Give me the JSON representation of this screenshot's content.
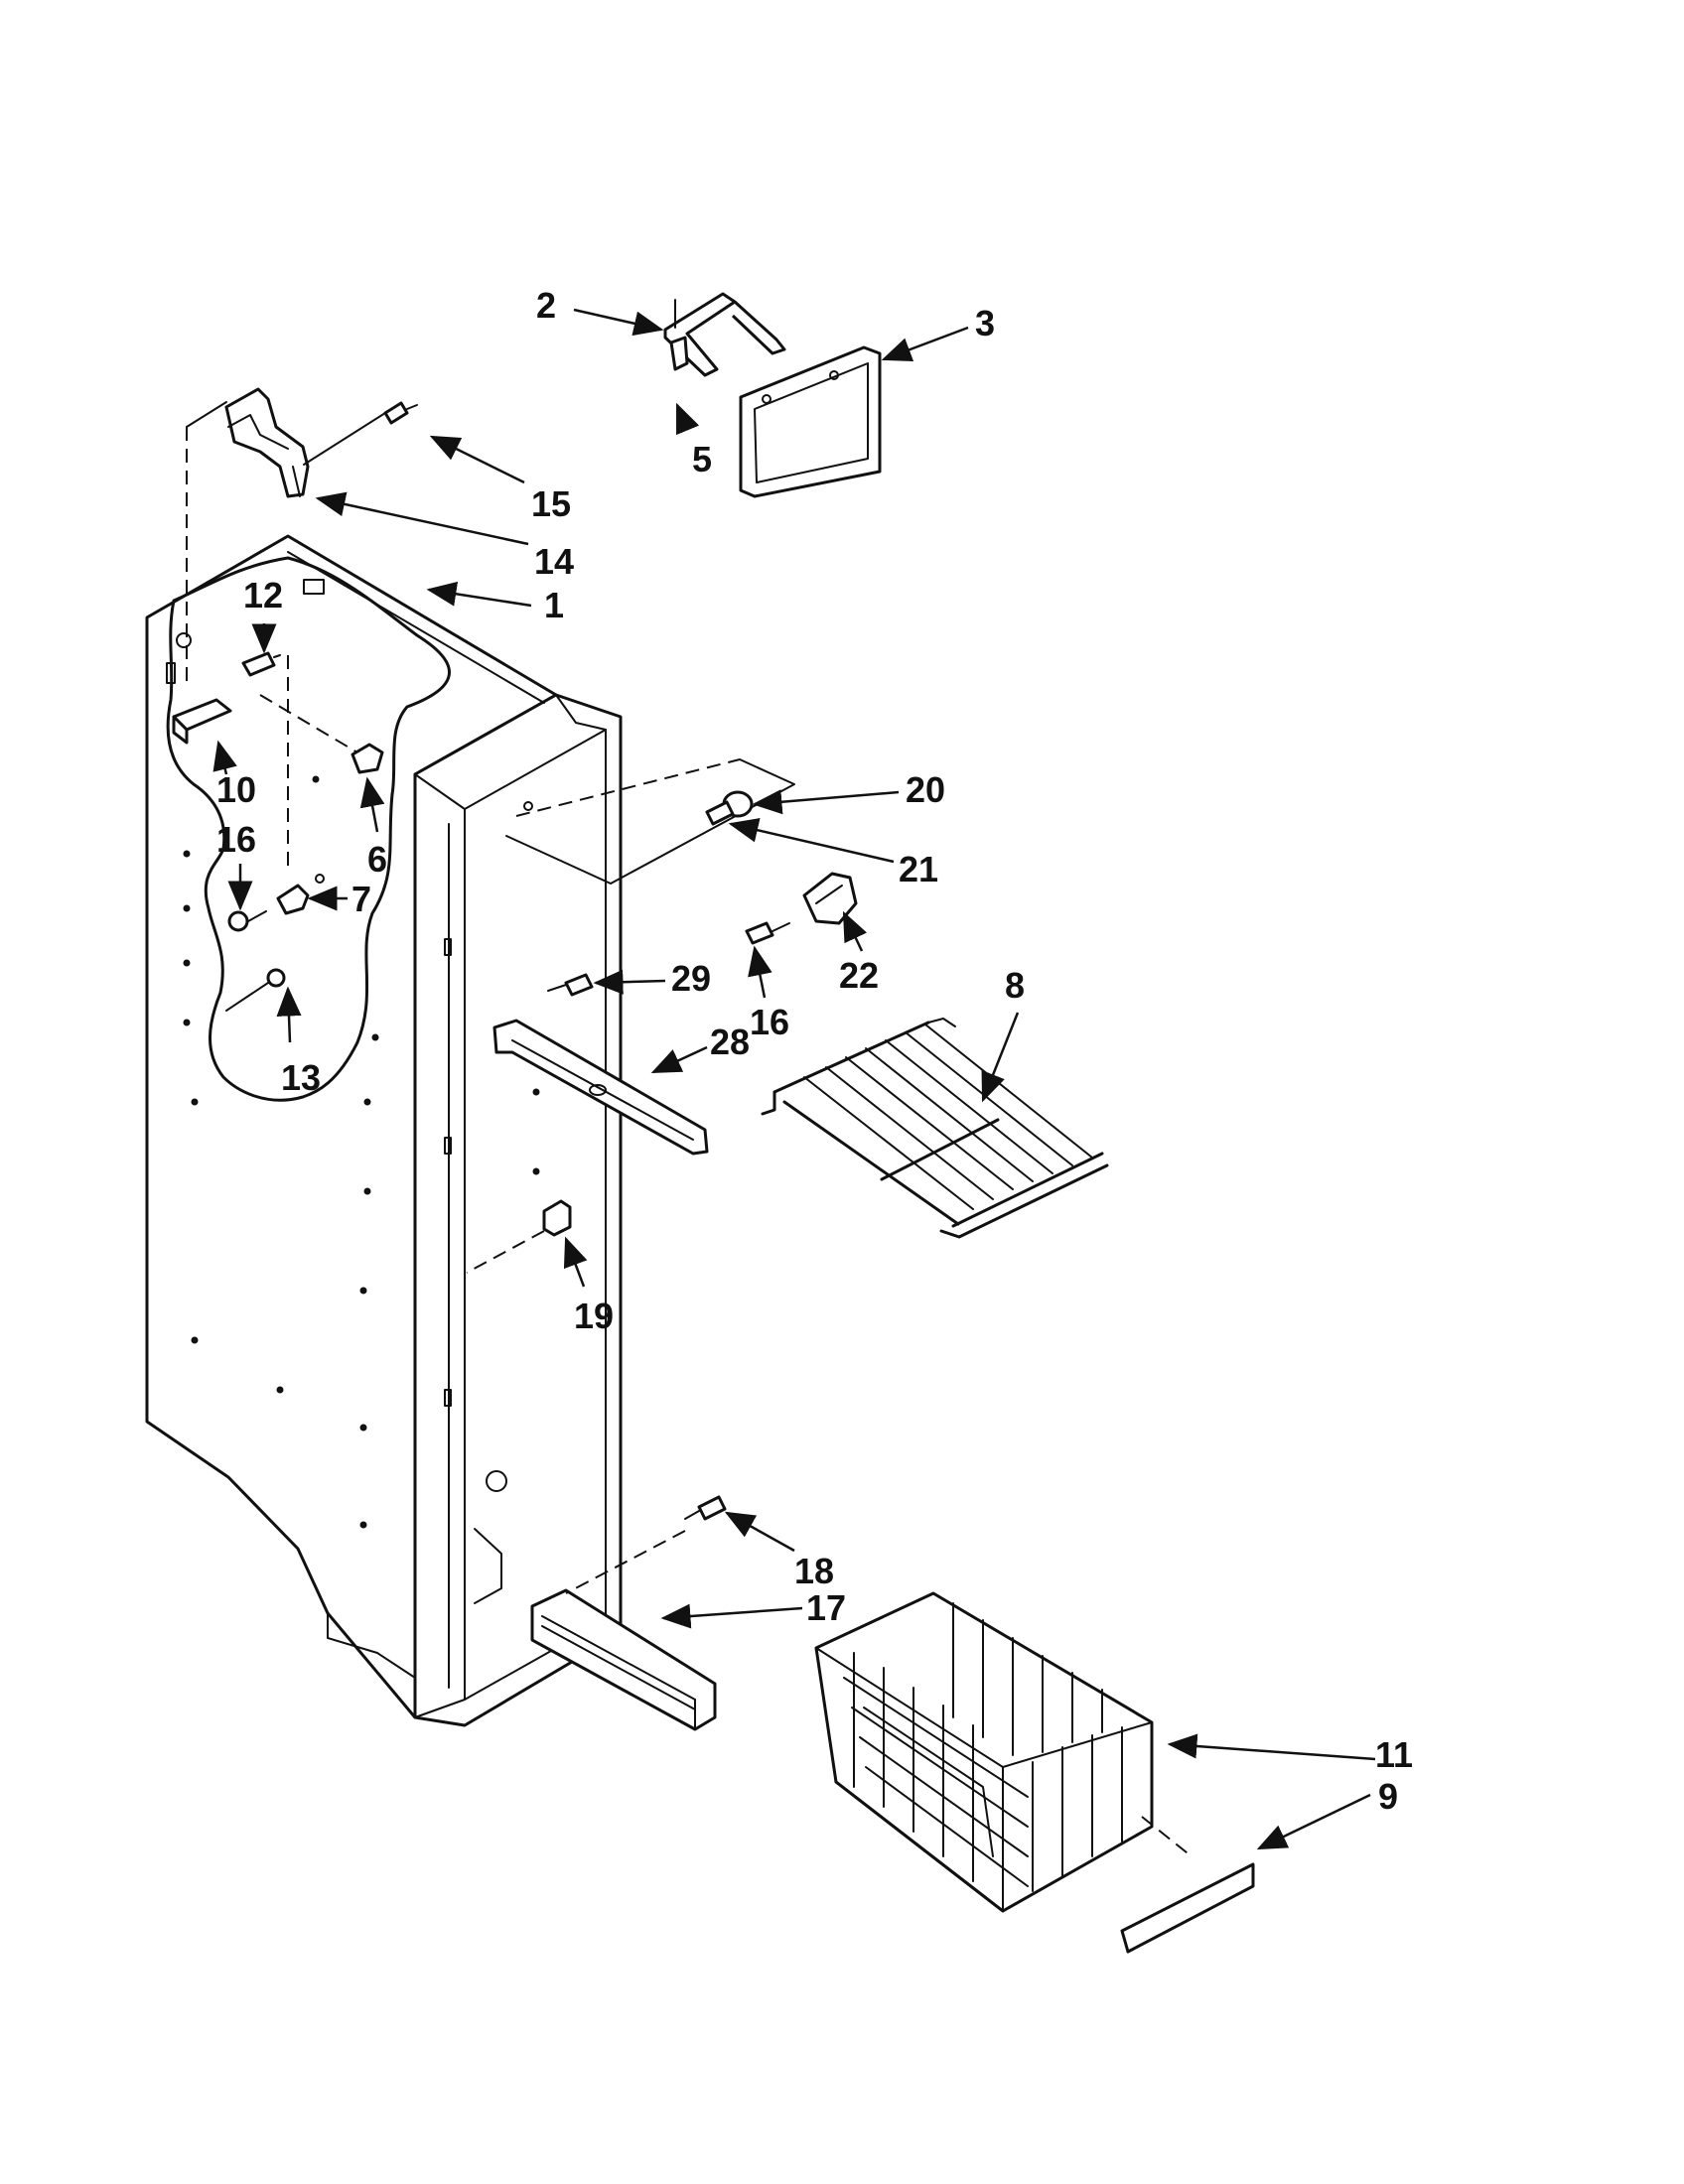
{
  "diagram": {
    "callouts": [
      "1",
      "2",
      "3",
      "5",
      "6",
      "7",
      "8",
      "9",
      "10",
      "11",
      "12",
      "13",
      "14",
      "15",
      "16",
      "16",
      "17",
      "18",
      "19",
      "20",
      "21",
      "22",
      "28",
      "29"
    ]
  }
}
